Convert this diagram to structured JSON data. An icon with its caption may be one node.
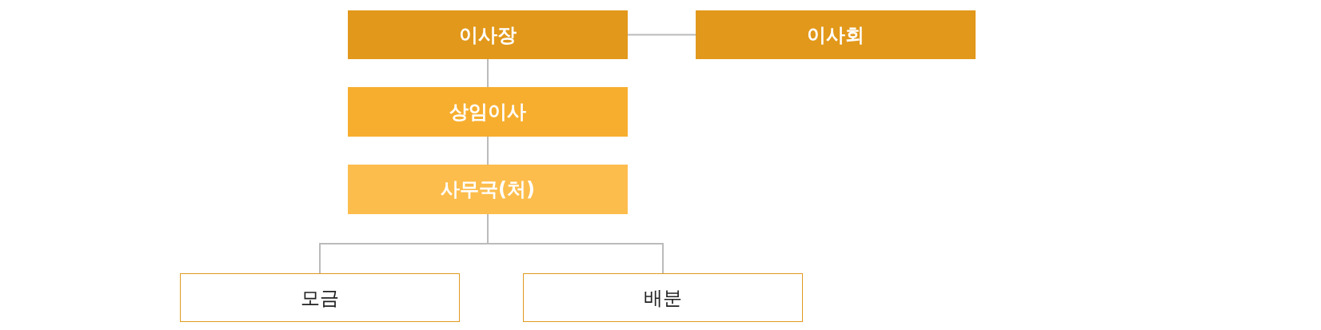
{
  "diagram": {
    "nodes": [
      {
        "text": [
          "이사장"
        ]
      },
      {
        "text": [
          "이사회"
        ]
      },
      {
        "text": [
          "상임이사"
        ]
      },
      {
        "text": [
          "사무국(처)"
        ]
      },
      {
        "text": [
          "모금"
        ]
      },
      {
        "text": [
          "배분"
        ]
      }
    ],
    "edges": [
      {
        "from": 0,
        "to": 1,
        "arrow": "none"
      },
      {
        "from": 0,
        "to": 2,
        "arrow": "none"
      },
      {
        "from": 2,
        "to": 3,
        "arrow": "none"
      },
      {
        "from": 3,
        "to": 4,
        "arrow": "none"
      },
      {
        "from": 3,
        "to": 5,
        "arrow": "none"
      }
    ]
  }
}
